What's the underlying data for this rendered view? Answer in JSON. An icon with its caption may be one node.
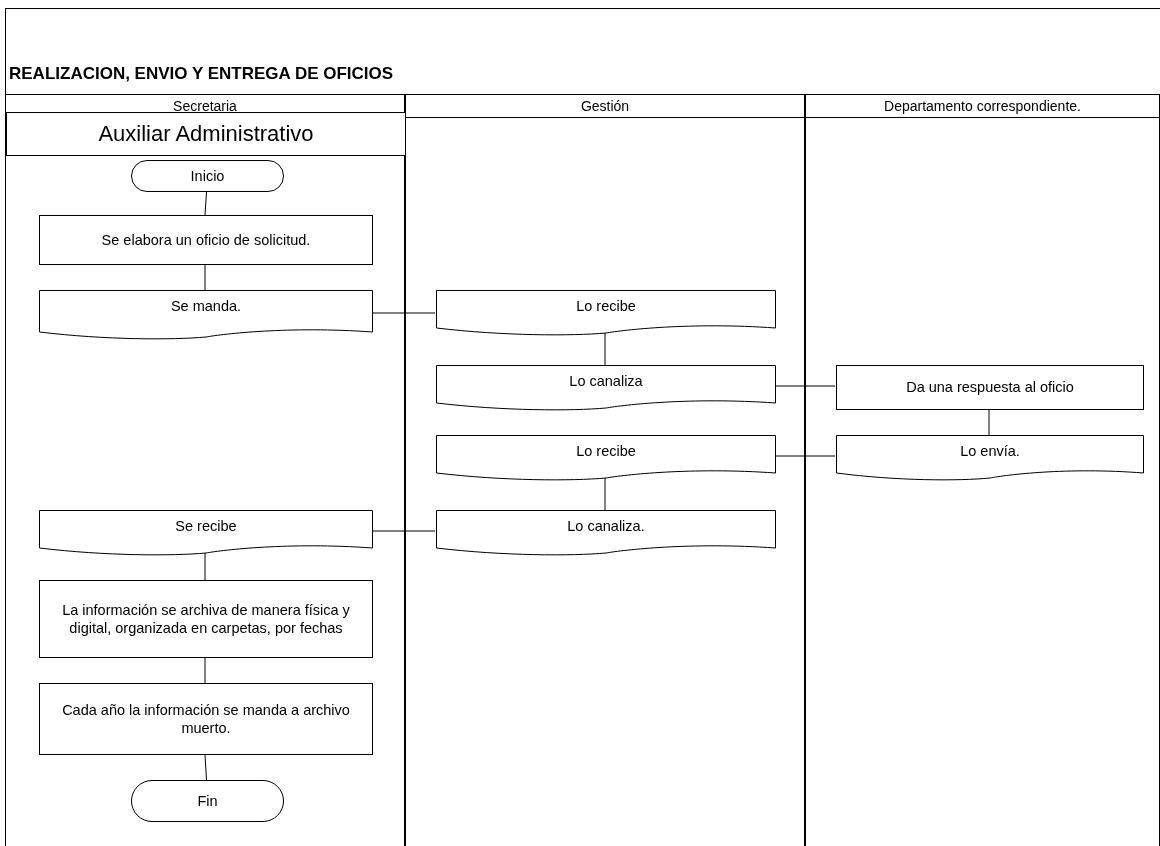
{
  "diagram": {
    "title": "REALIZACION, ENVIO Y ENTREGA DE OFICIOS",
    "nodes": [
      {
        "text": [
          "Secretaria"
        ]
      },
      {
        "text": [
          "Gestión"
        ]
      },
      {
        "text": [
          "Departamento correspondiente."
        ]
      },
      {
        "text": [
          "Auxiliar Administrativo"
        ],
        "in": 0
      },
      {
        "text": [
          "Inicio"
        ],
        "in": 0
      },
      {
        "text": [
          "Se elabora un oficio de solicitud."
        ],
        "in": 0
      },
      {
        "text": [
          "Se manda."
        ],
        "in": 0
      },
      {
        "text": [
          "Lo recibe"
        ],
        "in": 1
      },
      {
        "text": [
          "Lo canaliza"
        ],
        "in": 1
      },
      {
        "text": [
          "Da una respuesta al oficio"
        ],
        "in": 2
      },
      {
        "text": [
          "Lo recibe"
        ],
        "in": 1
      },
      {
        "text": [
          "Lo envía."
        ],
        "in": 2
      },
      {
        "text": [
          "Lo canaliza."
        ],
        "in": 1
      },
      {
        "text": [
          "Se recibe"
        ],
        "in": 0
      },
      {
        "text": [
          "La información se archiva de manera física y digital, organizada en carpetas, por fechas"
        ],
        "in": 0
      },
      {
        "text": [
          "Cada año la información se manda a archivo muerto."
        ],
        "in": 0
      },
      {
        "text": [
          "Fin"
        ],
        "in": 0
      }
    ],
    "edges": [
      {
        "from": 4,
        "to": 5,
        "arrow": "none"
      },
      {
        "from": 5,
        "to": 6,
        "arrow": "none"
      },
      {
        "from": 6,
        "to": 7,
        "arrow": "none"
      },
      {
        "from": 7,
        "to": 8,
        "arrow": "none"
      },
      {
        "from": 8,
        "to": 9,
        "arrow": "none"
      },
      {
        "from": 9,
        "to": 11,
        "arrow": "none"
      },
      {
        "from": 11,
        "to": 10,
        "arrow": "none"
      },
      {
        "from": 10,
        "to": 12,
        "arrow": "none"
      },
      {
        "from": 12,
        "to": 13,
        "arrow": "none"
      },
      {
        "from": 13,
        "to": 14,
        "arrow": "none"
      },
      {
        "from": 14,
        "to": 15,
        "arrow": "none"
      },
      {
        "from": 15,
        "to": 16,
        "arrow": "none"
      }
    ]
  }
}
